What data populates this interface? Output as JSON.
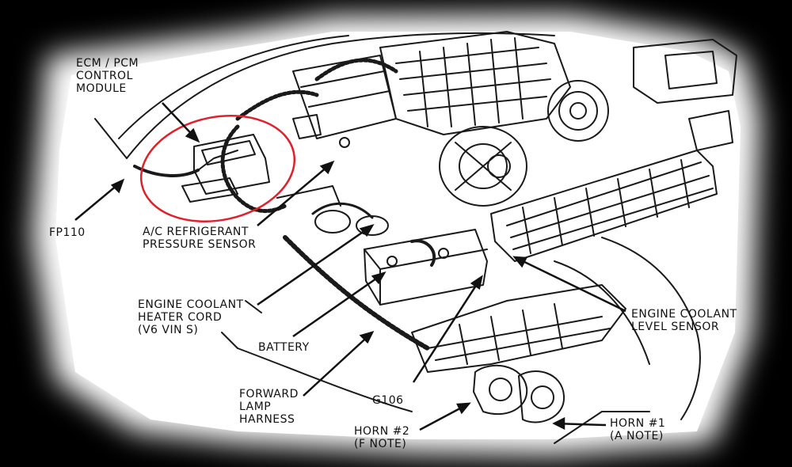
{
  "colors": {
    "background": "#000000",
    "paper": "#ffffff",
    "ink": "#111111",
    "highlight_circle": "#e0202a"
  },
  "labels": {
    "ecm": [
      "ECM / PCM",
      "CONTROL",
      "MODULE"
    ],
    "fp110": "FP110",
    "ac_sensor": [
      "A/C REFRIGERANT",
      "PRESSURE SENSOR"
    ],
    "coolant_cord": [
      "ENGINE COOLANT",
      "HEATER CORD",
      "(V6  VIN S)"
    ],
    "battery": "BATTERY",
    "forward_lamp": [
      "FORWARD",
      "LAMP",
      "HARNESS"
    ],
    "g106": "G106",
    "horn2": [
      "HORN #2",
      "(F NOTE)"
    ],
    "coolant_level": [
      "ENGINE COOLANT",
      "LEVEL SENSOR"
    ],
    "horn1": [
      "HORN #1",
      "(A NOTE)"
    ]
  }
}
